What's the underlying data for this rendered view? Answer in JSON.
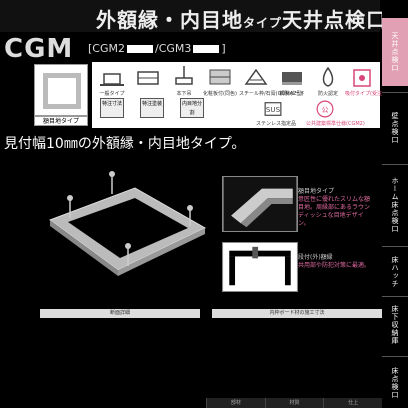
{
  "header": {
    "title_a": "外額縁・内目地",
    "title_b": "タイプ",
    "title_c": "天井点検口"
  },
  "model": {
    "code": "CGM",
    "variants": "[CGM2",
    "variants_mid": "/CGM3",
    "variants_end": "]"
  },
  "swatch_label": "額目地タイプ",
  "icon_labels": [
    "一般タイプ",
    "",
    "本下吊",
    "化粧板付(同色)",
    "スチール枠/石膏(GOMAZ型)",
    "鋼製ボード",
    "防火認定",
    "吸付タイプ(受注)"
  ],
  "tri_labels": [
    "特注寸法",
    "特注塗装",
    "内目地分割"
  ],
  "bottom_icon_labels": [
    "ステンレス指定品",
    "公共建築標準仕様(CGM2)"
  ],
  "tagline": "見付幅10㎜の外額縁・内目地タイプ。",
  "notes": {
    "n1_head": "額目地タイプ",
    "n1_body": "意匠性に優れたスリムな額目地。周縁部にあるラウンディッシュな目地デザイン。",
    "n2_head": "段付(外)額縁",
    "n2_body": "共用部や防犯対策に最適。"
  },
  "captions": {
    "c1": "断面詳細",
    "c2": "内枠ボード材の施工寸法"
  },
  "footer": [
    "部材",
    "材質",
    "仕上"
  ],
  "side_tabs": [
    "天井点検口",
    "壁点検口",
    "ホーム床点検口",
    "床ハッチ",
    "床下収納庫",
    "床点検口"
  ],
  "colors": {
    "accent": "#e2a0b5",
    "pink_text": "#e06aa0"
  }
}
